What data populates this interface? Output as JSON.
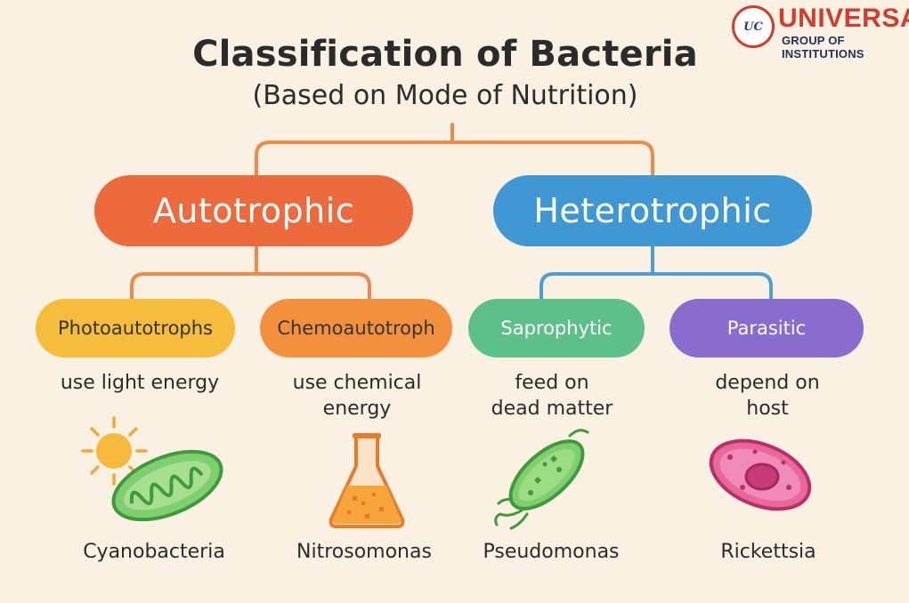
{
  "header": {
    "title": "Classification of Bacteria",
    "subtitle": "(Based on Mode of Nutrition)"
  },
  "logo": {
    "name": "UNIVERSAL",
    "tagline": "GROUP OF INSTITUTIONS",
    "mark": "UC"
  },
  "colors": {
    "autotrophic": "#ec6a3c",
    "heterotrophic": "#3f97d4",
    "photo": "#f6bd3c",
    "chemo": "#f3903e",
    "sapro": "#5dbf8a",
    "parasitic": "#8a6ccf",
    "connector_orange": "#ec8a4a",
    "connector_blue": "#4b9fd8"
  },
  "categories": [
    {
      "label": "Autotrophic",
      "children": [
        {
          "label": "Photoautotrophs",
          "description": "use light energy",
          "example": "Cyanobacteria",
          "icon": "sun-cyanobacterium-icon"
        },
        {
          "label": "Chemoautotroph",
          "description": "use chemical energy",
          "example": "Nitrosomonas",
          "icon": "flask-icon"
        }
      ]
    },
    {
      "label": "Heterotrophic",
      "children": [
        {
          "label": "Saprophytic",
          "description": "feed on dead matter",
          "example": "Pseudomonas",
          "icon": "flagellated-bacterium-icon"
        },
        {
          "label": "Parasitic",
          "description": "depend on host",
          "example": "Rickettsia",
          "icon": "rickettsia-cell-icon"
        }
      ]
    }
  ],
  "descriptions_display": {
    "photo": [
      "use light energy"
    ],
    "chemo": [
      "use chemical",
      "energy"
    ],
    "sapro": [
      "feed on",
      "dead matter"
    ],
    "parasitic": [
      "depend on",
      "host"
    ]
  }
}
